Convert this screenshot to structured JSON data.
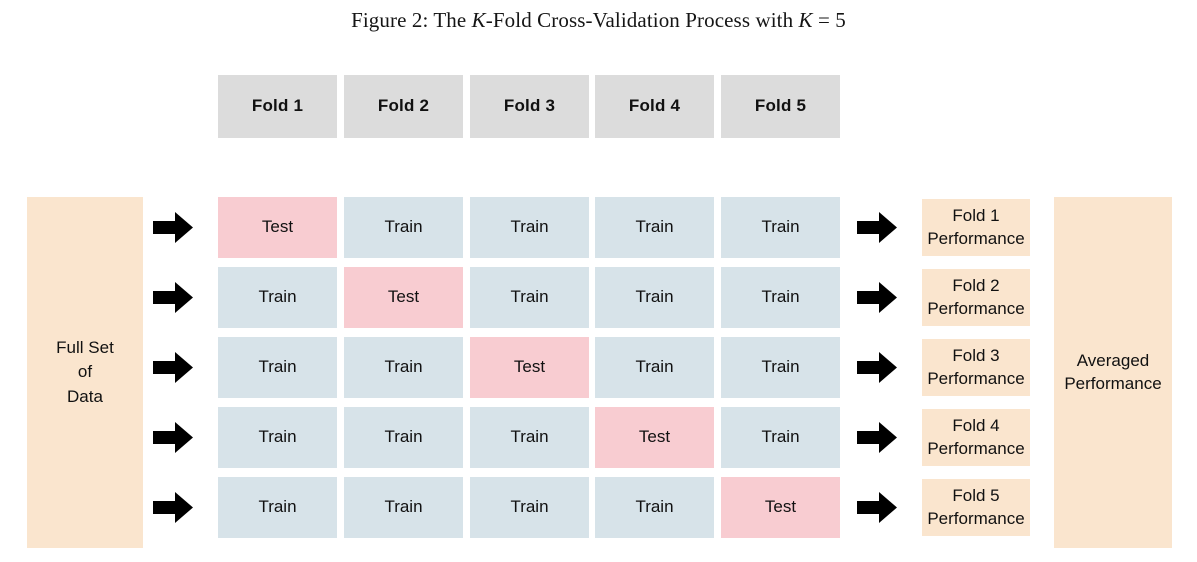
{
  "figure": {
    "caption_prefix": "Figure 2: The ",
    "caption_k1": "K",
    "caption_mid": "-Fold Cross-Validation Process with ",
    "caption_k2": "K",
    "caption_suffix": " = 5"
  },
  "colors": {
    "background": "#ffffff",
    "header_gray": "#dcdcdc",
    "test_pink": "#f8ccd1",
    "train_blue": "#d7e3e9",
    "peach": "#fae5ce",
    "arrow_black": "#000000",
    "text": "#111111"
  },
  "fold_headers": [
    {
      "label": "Fold 1"
    },
    {
      "label": "Fold 2"
    },
    {
      "label": "Fold 3"
    },
    {
      "label": "Fold 4"
    },
    {
      "label": "Fold 5"
    }
  ],
  "full_set": {
    "line1": "Full Set",
    "line2": "of",
    "line3": "Data"
  },
  "labels": {
    "test": "Test",
    "train": "Train"
  },
  "grid": {
    "rows": [
      {
        "cells": [
          "Test",
          "Train",
          "Train",
          "Train",
          "Train"
        ]
      },
      {
        "cells": [
          "Train",
          "Test",
          "Train",
          "Train",
          "Train"
        ]
      },
      {
        "cells": [
          "Train",
          "Train",
          "Test",
          "Train",
          "Train"
        ]
      },
      {
        "cells": [
          "Train",
          "Train",
          "Train",
          "Test",
          "Train"
        ]
      },
      {
        "cells": [
          "Train",
          "Train",
          "Train",
          "Train",
          "Test"
        ]
      }
    ]
  },
  "performance": [
    {
      "line1": "Fold 1",
      "line2": "Performance"
    },
    {
      "line1": "Fold 2",
      "line2": "Performance"
    },
    {
      "line1": "Fold 3",
      "line2": "Performance"
    },
    {
      "line1": "Fold 4",
      "line2": "Performance"
    },
    {
      "line1": "Fold 5",
      "line2": "Performance"
    }
  ],
  "averaged": {
    "line1": "Averaged",
    "line2": "Performance"
  },
  "arrows": {
    "left_count": 5,
    "right_count": 5,
    "direction": "right"
  }
}
